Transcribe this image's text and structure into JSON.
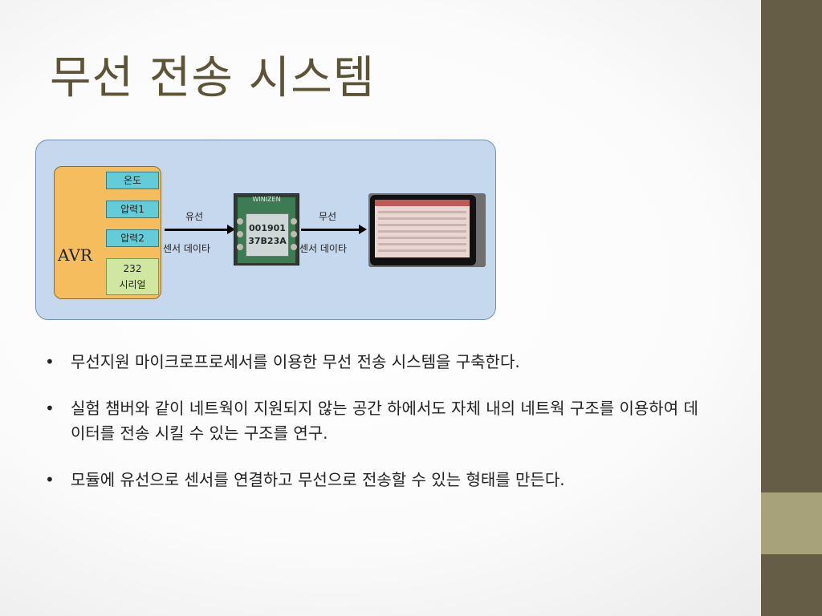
{
  "title": "무선 전송 시스템",
  "diagram": {
    "avr": "AVR",
    "sensors": [
      "온도",
      "압력1",
      "압력2"
    ],
    "serial": [
      "232",
      "시리얼"
    ],
    "wired_label": "유선",
    "wired_data_label": "센서 데이타",
    "module_brand": "WINIZEN",
    "module_chip_lines": [
      "001901",
      "37B23A"
    ],
    "wireless_label": "무선",
    "wireless_data_label": "센서 데이타"
  },
  "bullets": [
    "무선지원 마이크로프로세서를 이용한 무선 전송 시스템을 구축한다.",
    "실험 챔버와 같이 네트웍이 지원되지 않는 공간 하에서도 자체 내의 네트웍 구조를 이용하여 데이터를 전송 시킬 수 있는 구조를 연구.",
    "모듈에 유선으로 센서를 연결하고 무선으로 전송할 수 있는 형태를 만든다."
  ],
  "colors": {
    "sidebar": "#665d46",
    "sidebar_accent": "#a8a27a",
    "title": "#5b5436",
    "diagram_bg": "#c6d8ee",
    "avr_box": "#f6bd5e",
    "sensor_box": "#62cdd9",
    "serial_box": "#cfe7a0"
  }
}
